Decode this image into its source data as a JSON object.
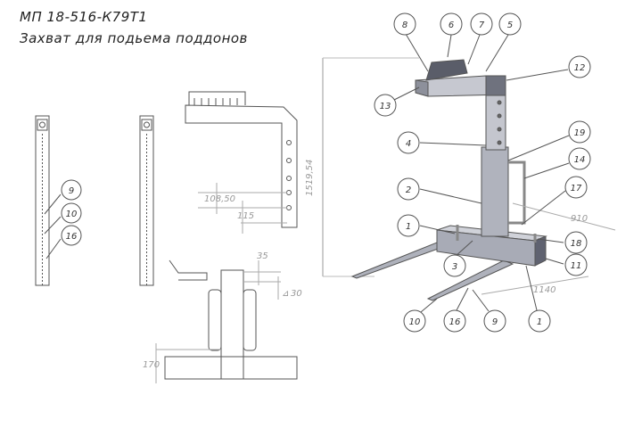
{
  "title": {
    "code": "МП 18-516-К79Т1",
    "name": "Захват для подьема поддонов"
  },
  "dimensions": {
    "d108": "108,50",
    "d115": "115",
    "d35": "35",
    "d30": "30",
    "d170": "170",
    "d1519": "1519,54",
    "d910": "910",
    "d1140": "1140"
  },
  "balloons": {
    "side": [
      "9",
      "10",
      "16"
    ],
    "iso": [
      "8",
      "6",
      "7",
      "5",
      "12",
      "13",
      "4",
      "19",
      "14",
      "2",
      "17",
      "1",
      "18",
      "11",
      "3",
      "10",
      "16",
      "9",
      "1"
    ]
  },
  "colors": {
    "line": "#555555",
    "metal": "#b9bcc6",
    "metal_dark": "#7d808c"
  }
}
